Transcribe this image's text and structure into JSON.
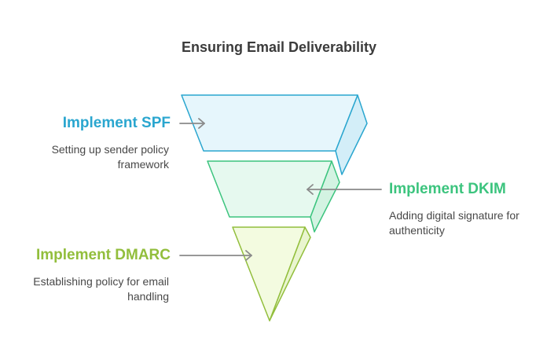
{
  "title": "Ensuring Email Deliverability",
  "stages": [
    {
      "label": "Implement SPF",
      "description_lines": [
        "Setting up sender policy",
        "framework"
      ],
      "color": "#2aa6cf",
      "fill": "#e6f6fc"
    },
    {
      "label": "Implement DKIM",
      "description_lines": [
        "Adding digital signature for",
        "authenticity"
      ],
      "color": "#3cc47e",
      "fill": "#e6f9ef"
    },
    {
      "label": "Implement DMARC",
      "description_lines": [
        "Establishing policy for email",
        "handling"
      ],
      "color": "#92be3c",
      "fill": "#f3fbe0"
    }
  ]
}
